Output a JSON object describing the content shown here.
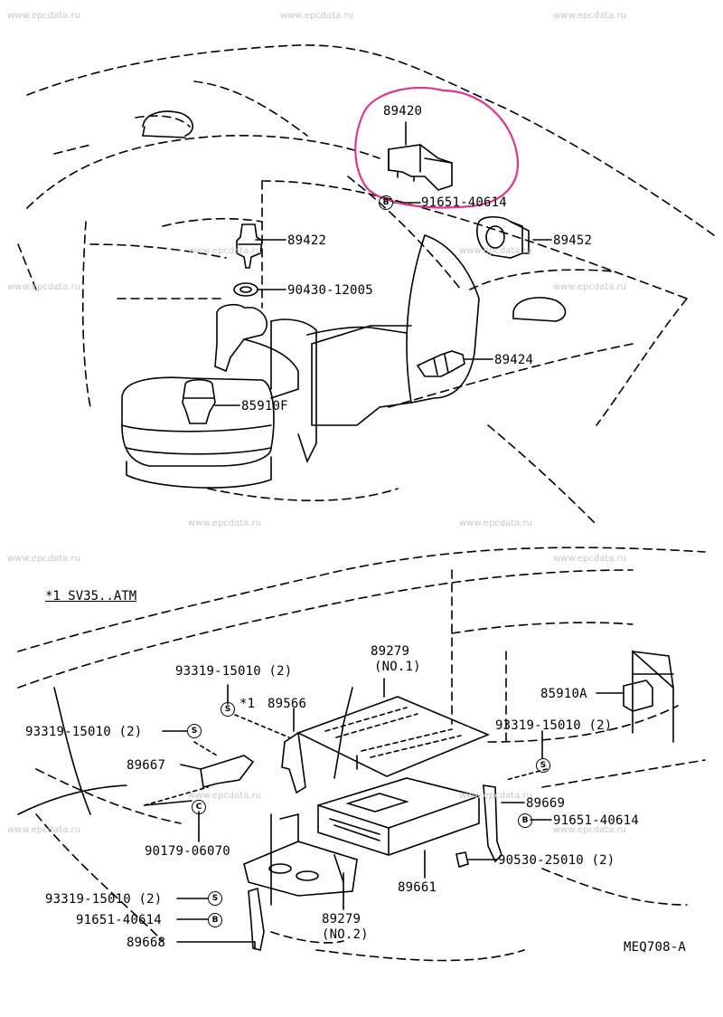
{
  "watermark": "www.epcdata.ru",
  "highlight_color": "#e0358f",
  "subtitle": "*1 SV35..ATM",
  "diagram_code": "MEQ708-A",
  "upper_parts": {
    "p89420": "89420",
    "p91651_a": "91651-40614",
    "p89452": "89452",
    "p89422": "89422",
    "p90430": "90430-12005",
    "p89424": "89424",
    "p85910F": "85910F"
  },
  "lower_parts": {
    "p89279_no1": "89279",
    "p89279_no1_note": "(NO.1)",
    "p93319_a": "93319-15010 (2)",
    "p89566_mark": "*1",
    "p89566": "89566",
    "p85910A": "85910A",
    "p93319_b": "93319-15010 (2)",
    "p93319_c": "93319-15010 (2)",
    "p89667": "89667",
    "p89669": "89669",
    "p91651_b": "91651-40614",
    "p90179": "90179-06070",
    "p90530": "90530-25010 (2)",
    "p89661": "89661",
    "p93319_d": "93319-15010 (2)",
    "p91651_c": "91651-40614",
    "p89279_no2": "89279",
    "p89279_no2_note": "(NO.2)",
    "p89668": "89668"
  },
  "callouts": {
    "s": "S",
    "b": "B",
    "c": "C"
  }
}
